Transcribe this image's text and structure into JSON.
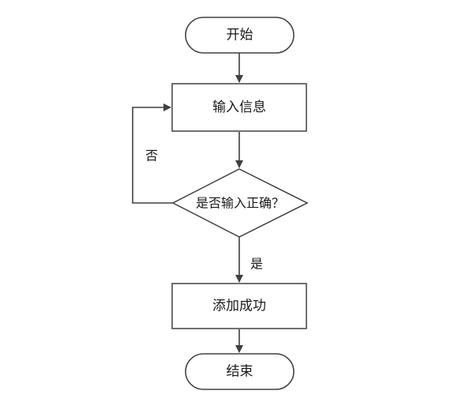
{
  "colors": {
    "stroke": "#404040",
    "fill": "#ffffff",
    "text": "#1a1a1a"
  },
  "nodes": {
    "start": {
      "label": "开始",
      "shape": "rounded-terminal"
    },
    "input": {
      "label": "输入信息",
      "shape": "process"
    },
    "check": {
      "label": "是否输入正确？",
      "shape": "decision"
    },
    "success": {
      "label": "添加成功",
      "shape": "process"
    },
    "end": {
      "label": "结束",
      "shape": "rounded-terminal"
    }
  },
  "edges": {
    "no": {
      "label": "否",
      "from": "check",
      "to": "input"
    },
    "yes": {
      "label": "是",
      "from": "check",
      "to": "success"
    }
  }
}
